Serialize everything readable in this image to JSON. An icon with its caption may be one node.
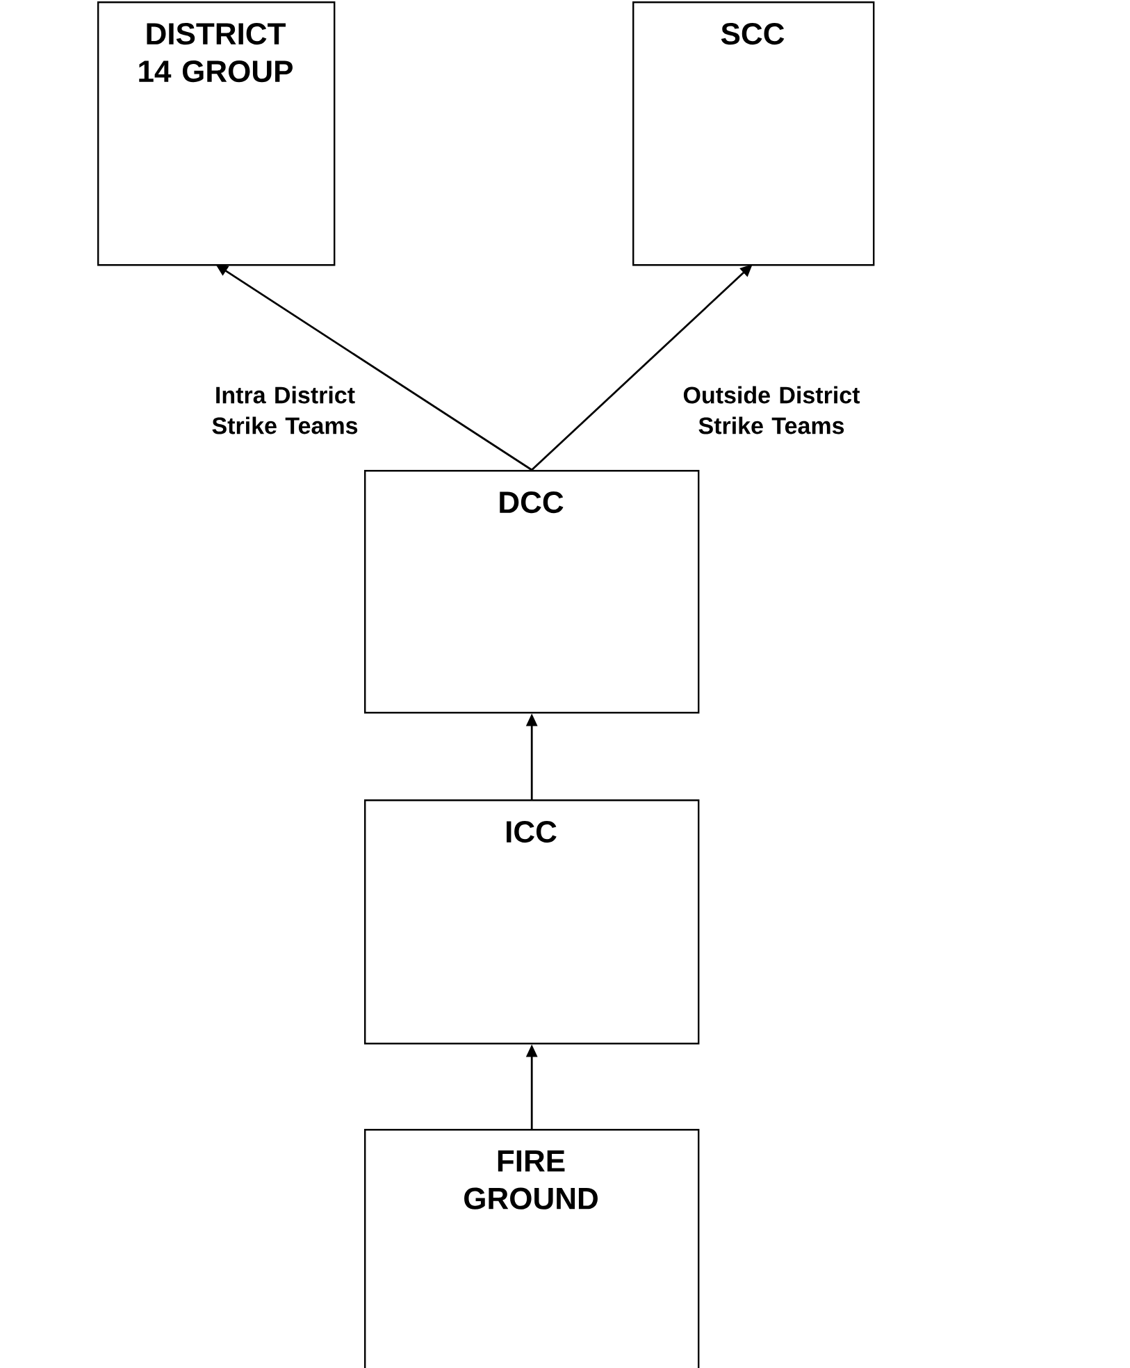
{
  "diagram": {
    "nodes": [
      {
        "text": [
          "DISTRICT 14 GROUP"
        ]
      },
      {
        "text": [
          "SCC"
        ]
      },
      {
        "text": [
          "DCC"
        ]
      },
      {
        "text": [
          "ICC"
        ]
      },
      {
        "text": [
          "FIRE GROUND"
        ]
      }
    ],
    "edges": [
      {
        "from": 2,
        "to": 0,
        "arrow": "to",
        "label": "Intra District Strike Teams"
      },
      {
        "from": 2,
        "to": 1,
        "arrow": "to",
        "label": "Outside District Strike Teams"
      },
      {
        "from": 3,
        "to": 2,
        "arrow": "to"
      },
      {
        "from": 4,
        "to": 3,
        "arrow": "to"
      }
    ]
  }
}
